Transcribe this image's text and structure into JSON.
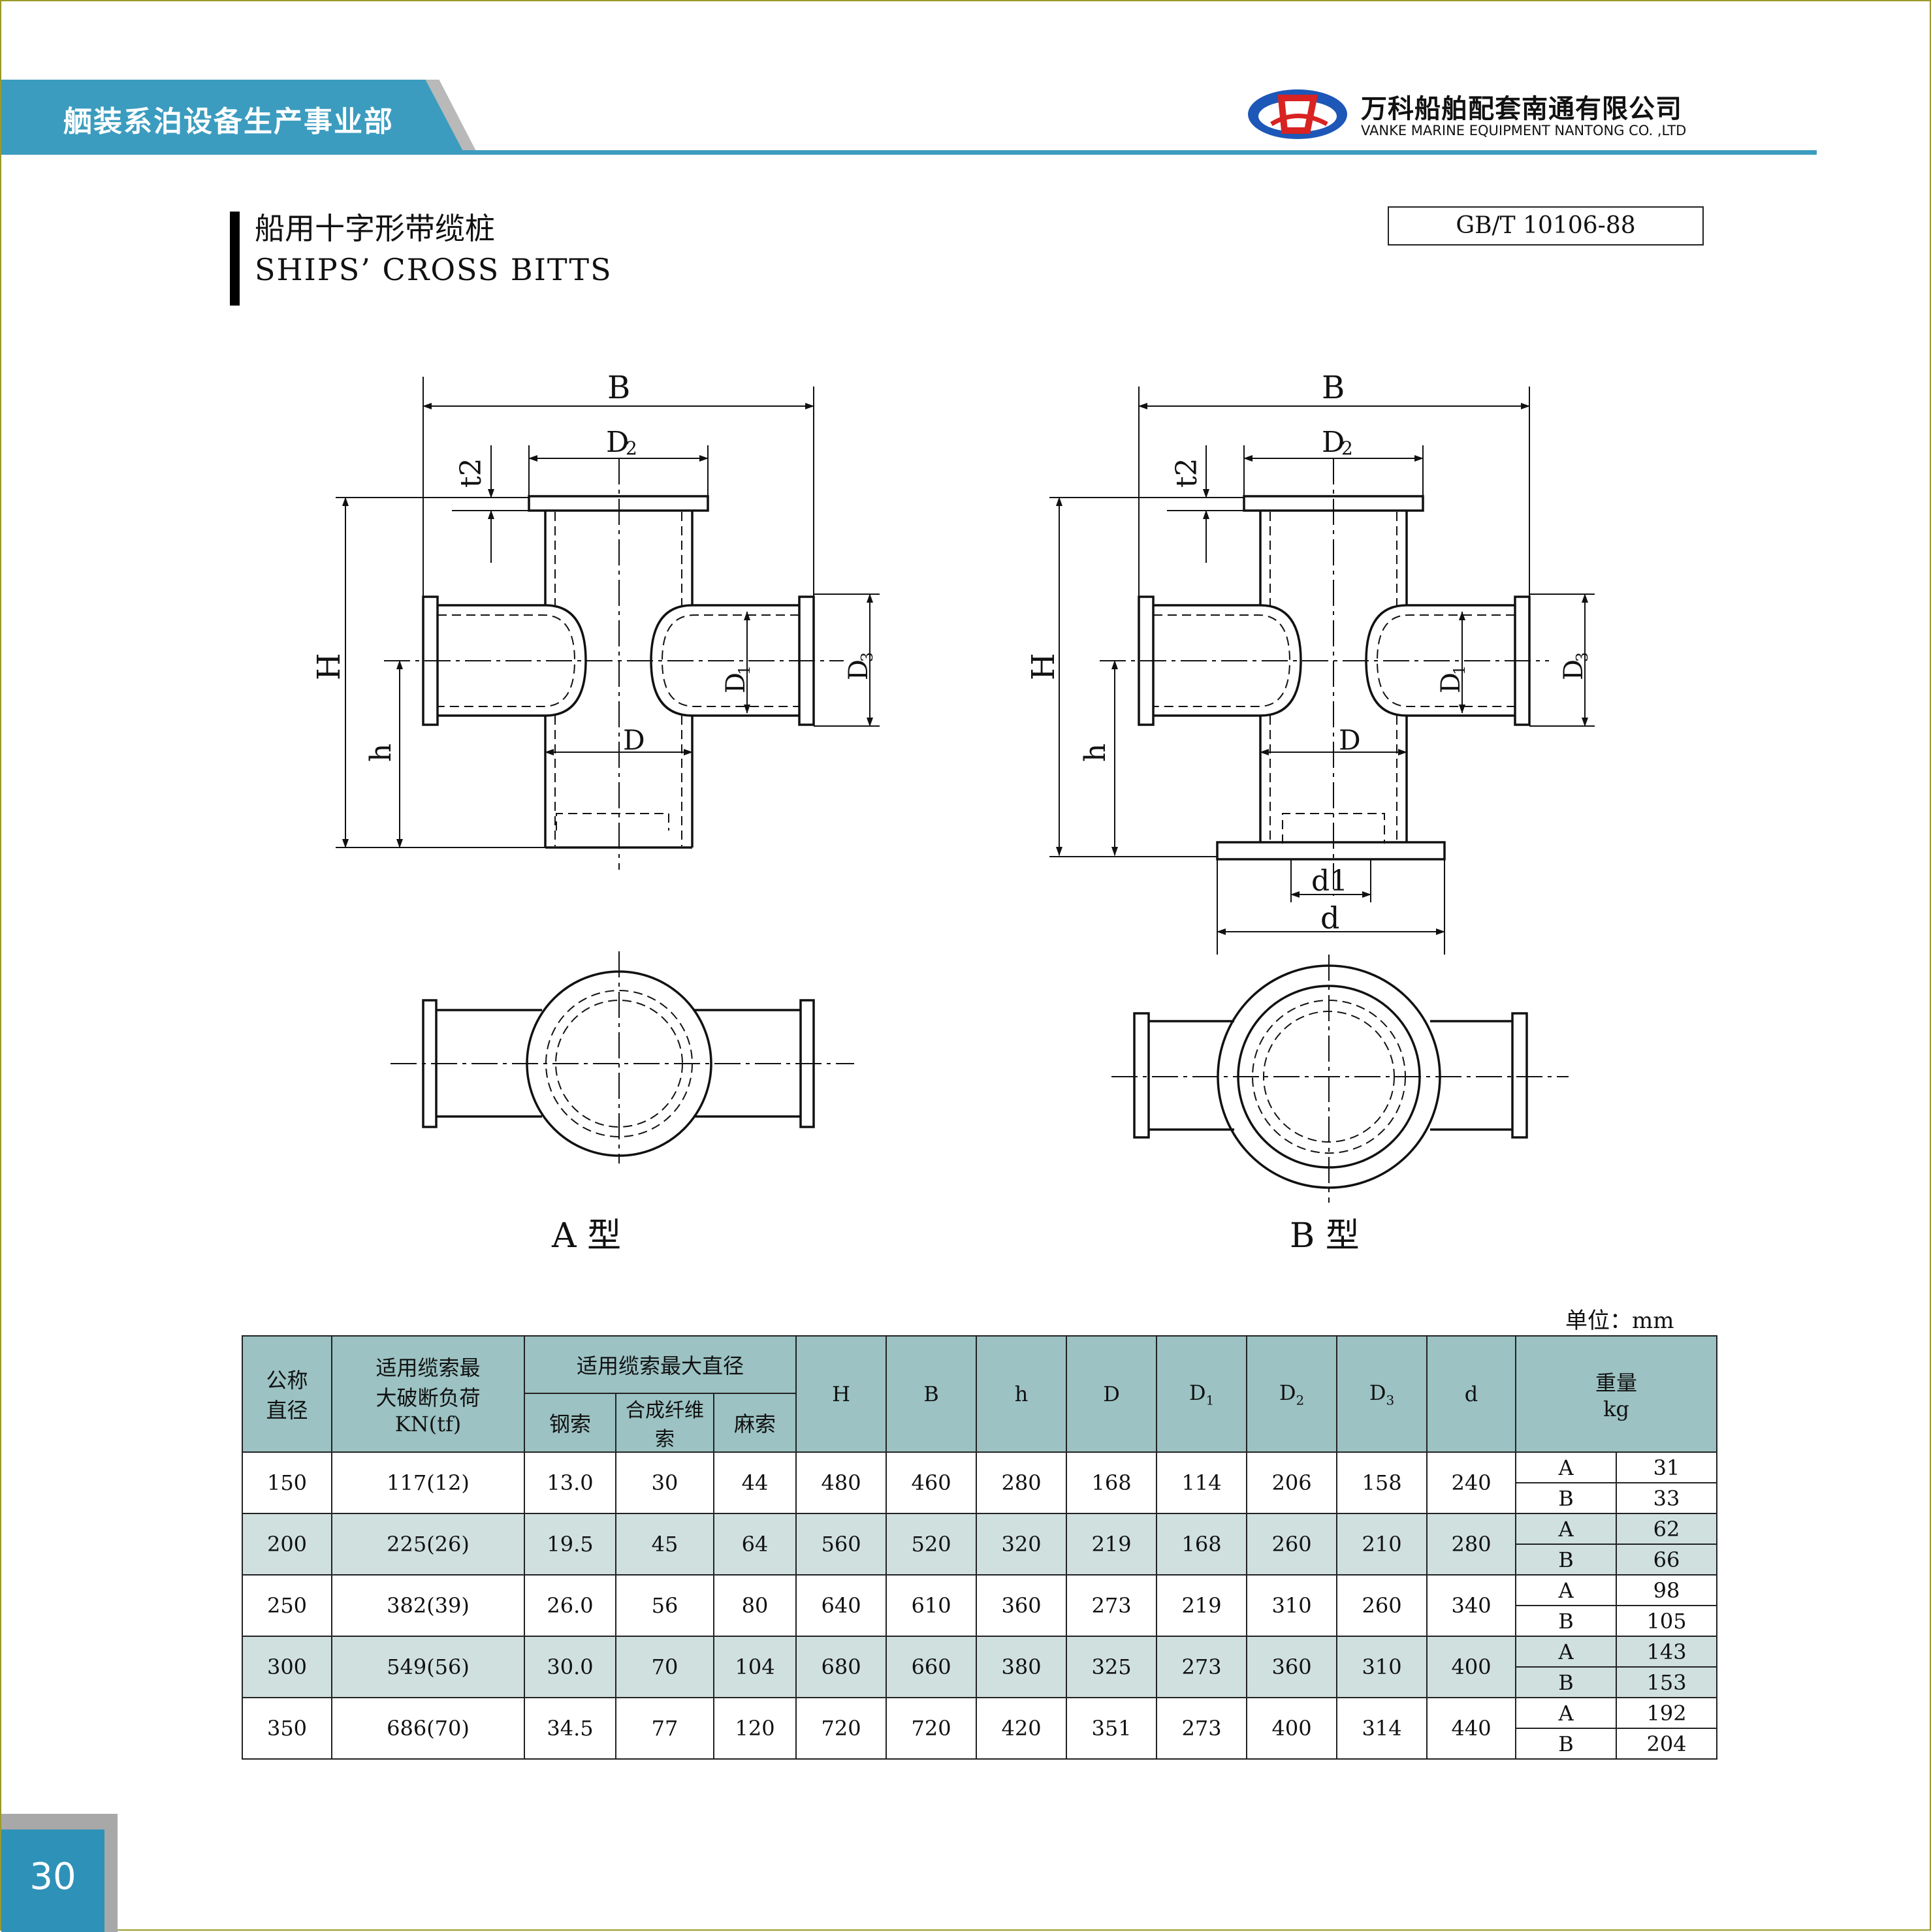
{
  "header": {
    "division": "舾装系泊设备生产事业部",
    "company_cn": "万科船舶配套南通有限公司",
    "company_en": "VANKE MARINE EQUIPMENT NANTONG CO. ,LTD"
  },
  "title": {
    "cn": "船用十字形带缆桩",
    "en": "SHIPS’ CROSS BITTS",
    "standard": "GB/T  10106-88"
  },
  "drawing": {
    "labels": {
      "B": "B",
      "D2": "D",
      "D2_sub": "2",
      "t2": "t2",
      "H": "H",
      "h": "h",
      "D": "D",
      "D1": "D",
      "D1_sub": "1",
      "D3": "D",
      "D3_sub": "3",
      "d1": "d1",
      "d": "d"
    },
    "type_a": "A    型",
    "type_b": "B    型"
  },
  "unit": "单位：mm",
  "table": {
    "headers": {
      "nominal": [
        "公称",
        "直径"
      ],
      "break_load": [
        "适用缆索最",
        "大破断负荷",
        "KN(tf)"
      ],
      "rope_dia": "适用缆索最大直径",
      "steel": "钢索",
      "synthetic": "合成纤维索",
      "hemp": "麻索",
      "H": "H",
      "B": "B",
      "h": "h",
      "D": "D",
      "D1": "D",
      "D1_sub": "1",
      "D2": "D",
      "D2_sub": "2",
      "D3": "D",
      "D3_sub": "3",
      "d": "d",
      "weight": "重量",
      "weight_unit": "kg"
    },
    "rows": [
      {
        "dn": "150",
        "load": "117(12)",
        "steel": "13.0",
        "syn": "30",
        "hemp": "44",
        "H": "480",
        "B": "460",
        "h": "280",
        "D": "168",
        "D1": "114",
        "D2": "206",
        "D3": "158",
        "d": "240",
        "wa_label": "A",
        "wa": "31",
        "wb_label": "B",
        "wb": "33"
      },
      {
        "dn": "200",
        "load": "225(26)",
        "steel": "19.5",
        "syn": "45",
        "hemp": "64",
        "H": "560",
        "B": "520",
        "h": "320",
        "D": "219",
        "D1": "168",
        "D2": "260",
        "D3": "210",
        "d": "280",
        "wa_label": "A",
        "wa": "62",
        "wb_label": "B",
        "wb": "66"
      },
      {
        "dn": "250",
        "load": "382(39)",
        "steel": "26.0",
        "syn": "56",
        "hemp": "80",
        "H": "640",
        "B": "610",
        "h": "360",
        "D": "273",
        "D1": "219",
        "D2": "310",
        "D3": "260",
        "d": "340",
        "wa_label": "A",
        "wa": "98",
        "wb_label": "B",
        "wb": "105"
      },
      {
        "dn": "300",
        "load": "549(56)",
        "steel": "30.0",
        "syn": "70",
        "hemp": "104",
        "H": "680",
        "B": "660",
        "h": "380",
        "D": "325",
        "D1": "273",
        "D2": "360",
        "D3": "310",
        "d": "400",
        "wa_label": "A",
        "wa": "143",
        "wb_label": "B",
        "wb": "153"
      },
      {
        "dn": "350",
        "load": "686(70)",
        "steel": "34.5",
        "syn": "77",
        "hemp": "120",
        "H": "720",
        "B": "720",
        "h": "420",
        "D": "351",
        "D1": "273",
        "D2": "400",
        "D3": "314",
        "d": "440",
        "wa_label": "A",
        "wa": "192",
        "wb_label": "B",
        "wb": "204"
      }
    ]
  },
  "footer": {
    "page_number": "30"
  },
  "colors": {
    "accent": "#3b9cbf",
    "header_cell": "#9cc2c3",
    "alt_row": "#cfe0df",
    "frame": "#9a9a2a"
  }
}
